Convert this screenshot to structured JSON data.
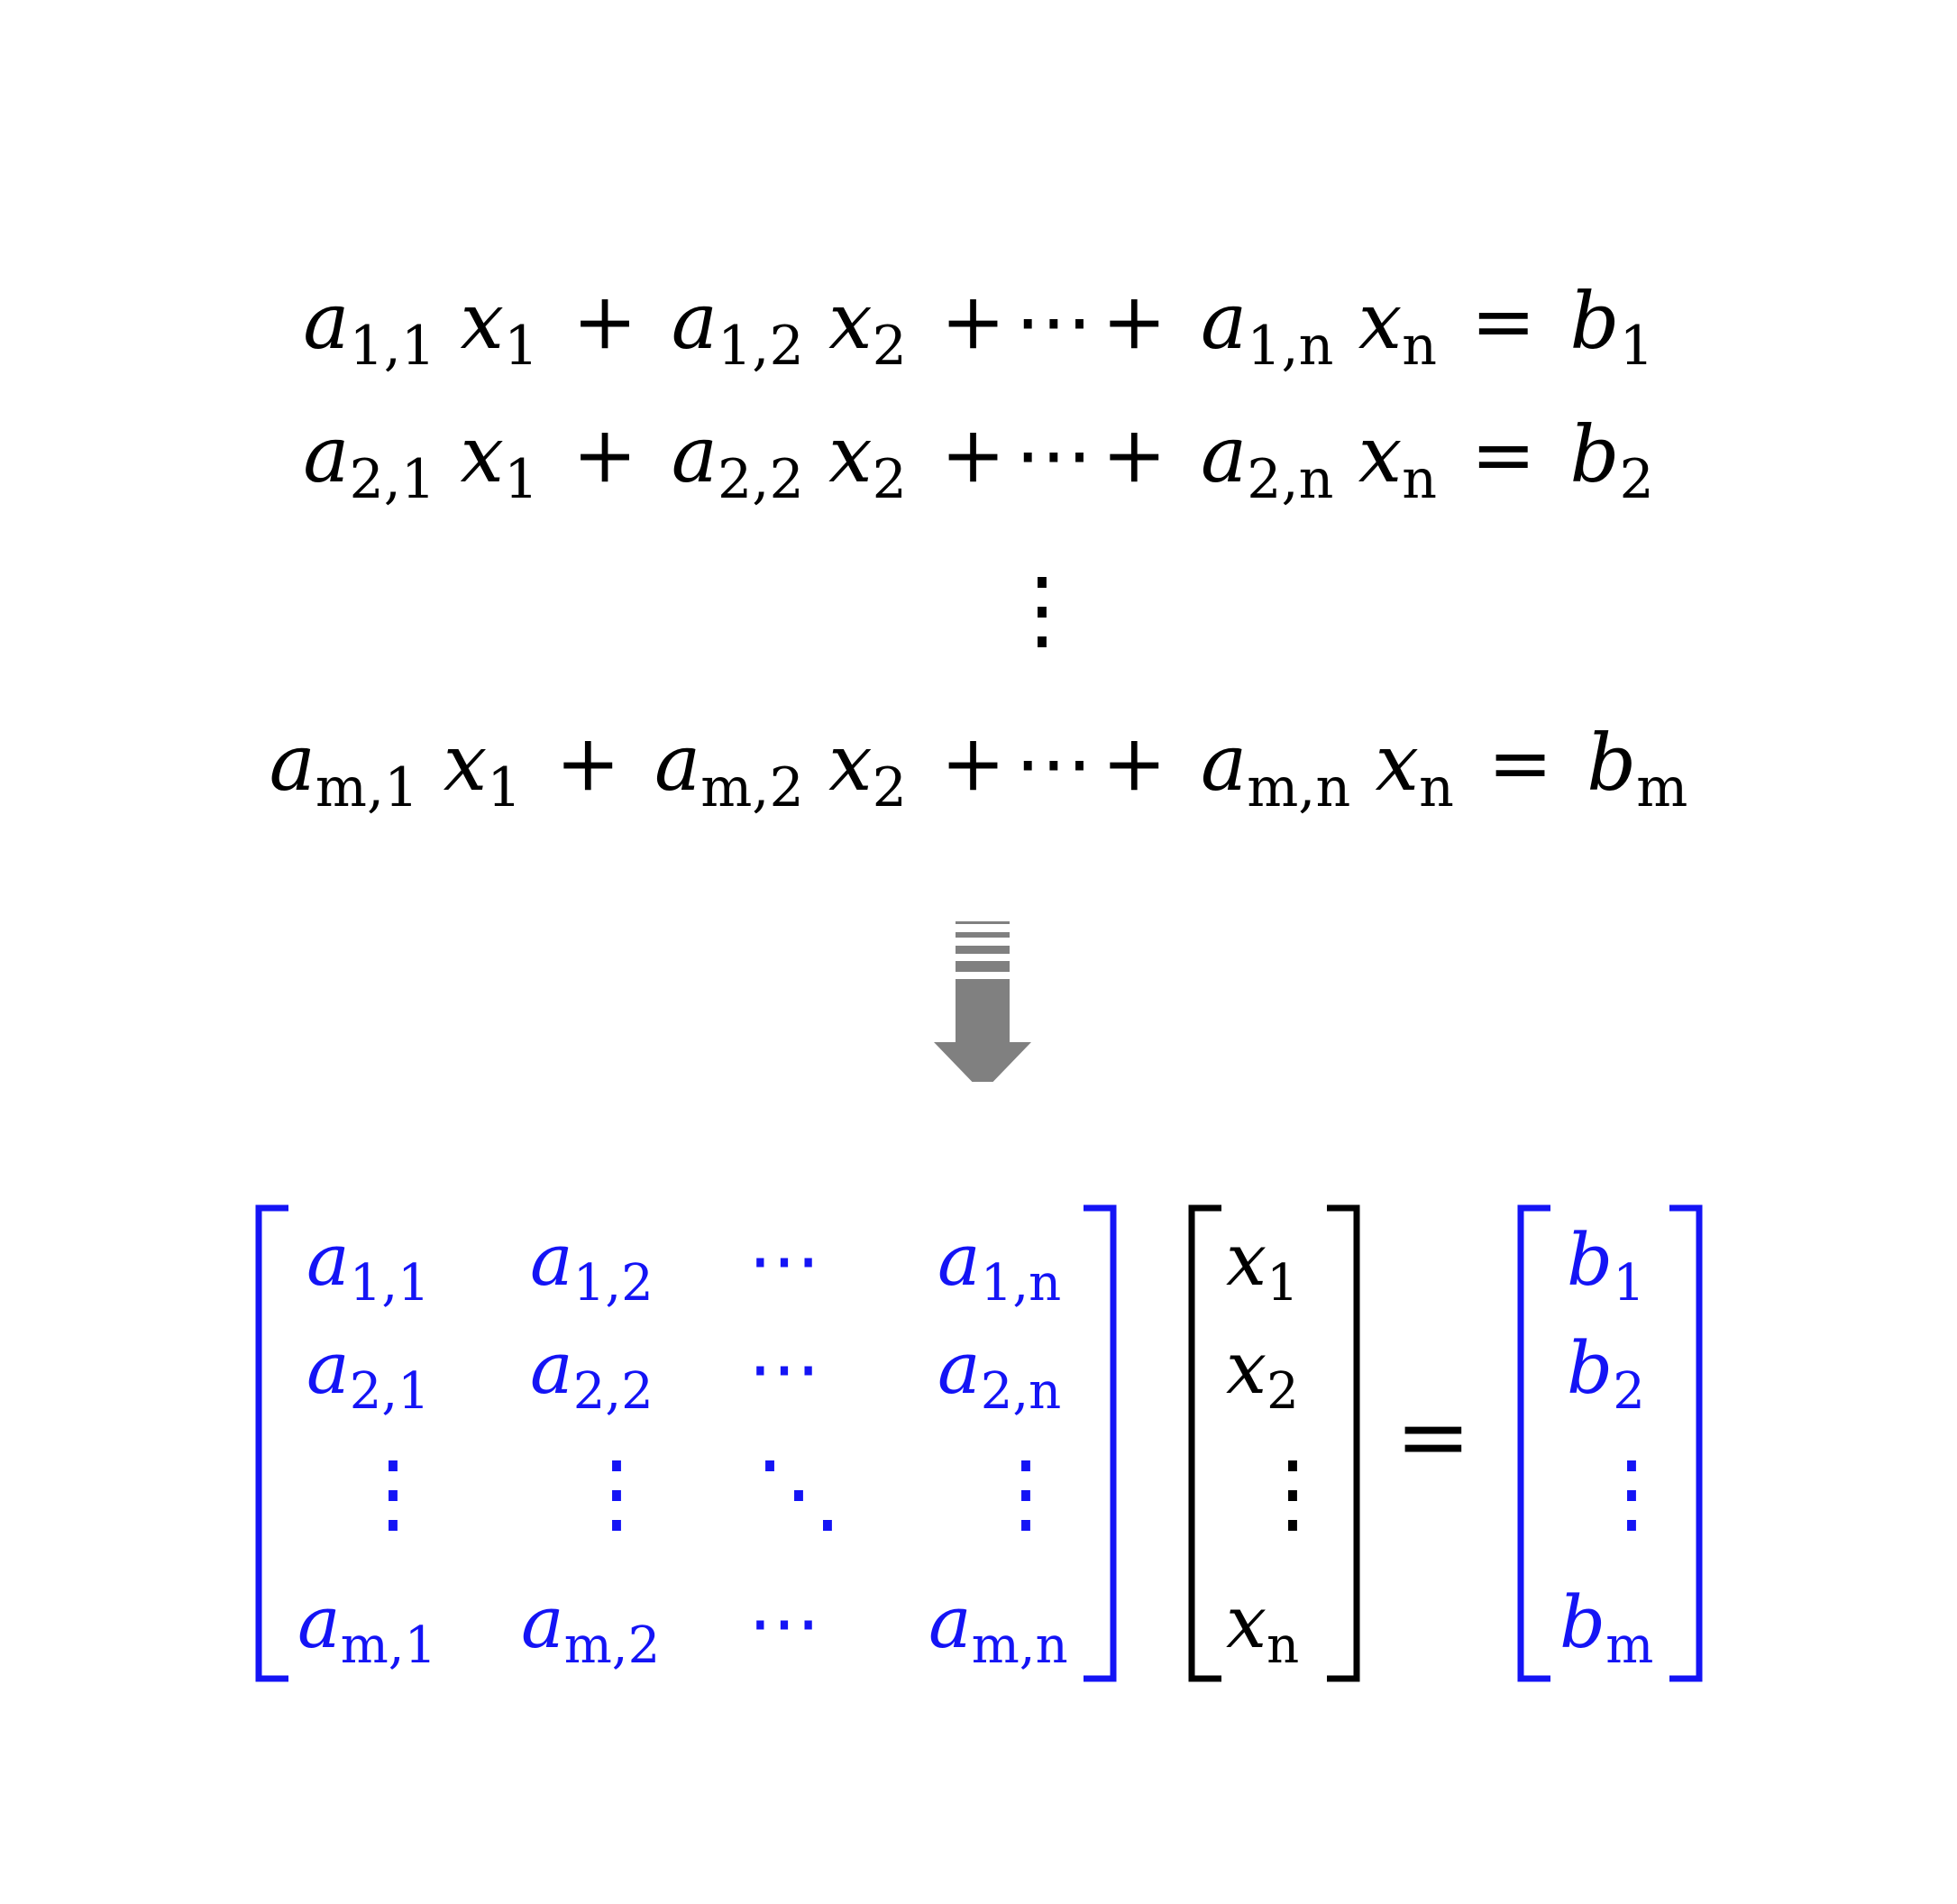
{
  "colors": {
    "equations": "#000000",
    "coefficients": "#1414f5",
    "unknowns": "#000000",
    "arrow": "#808080"
  },
  "system": {
    "rows": [
      {
        "a1": "a",
        "s1": "1,1",
        "x1": "x",
        "xs1": "1",
        "a2": "a",
        "s2": "1,2",
        "x2": "x",
        "xs2": "2",
        "an": "a",
        "sn": "1,n",
        "xn": "x",
        "xsn": "n",
        "b": "b",
        "bs": "1"
      },
      {
        "a1": "a",
        "s1": "2,1",
        "x1": "x",
        "xs1": "1",
        "a2": "a",
        "s2": "2,2",
        "x2": "x",
        "xs2": "2",
        "an": "a",
        "sn": "2,n",
        "xn": "x",
        "xsn": "n",
        "b": "b",
        "bs": "2"
      },
      {
        "a1": "a",
        "s1": "m,1",
        "x1": "x",
        "xs1": "1",
        "a2": "a",
        "s2": "m,2",
        "x2": "x",
        "xs2": "2",
        "an": "a",
        "sn": "m,n",
        "xn": "x",
        "xsn": "n",
        "b": "b",
        "bs": "m"
      }
    ],
    "plus": "+",
    "hdots": "⋯",
    "equals": "=",
    "vdots": "⋮"
  },
  "matrix_form": {
    "A": {
      "row1": [
        "a",
        "1,1",
        "a",
        "1,2",
        "⋯",
        "a",
        "1,n"
      ],
      "row2": [
        "a",
        "2,1",
        "a",
        "2,2",
        "⋯",
        "a",
        "2,n"
      ],
      "row3": [
        "⋮",
        "⋮",
        "⋱",
        "⋮"
      ],
      "row4": [
        "a",
        "m,1",
        "a",
        "m,2",
        "⋯",
        "a",
        "m,n"
      ]
    },
    "x": {
      "e1": [
        "x",
        "1"
      ],
      "e2": [
        "x",
        "2"
      ],
      "e3": "⋮",
      "e4": [
        "x",
        "n"
      ]
    },
    "equals": "=",
    "b": {
      "e1": [
        "b",
        "1"
      ],
      "e2": [
        "b",
        "2"
      ],
      "e3": "⋮",
      "e4": [
        "b",
        "m"
      ]
    }
  }
}
